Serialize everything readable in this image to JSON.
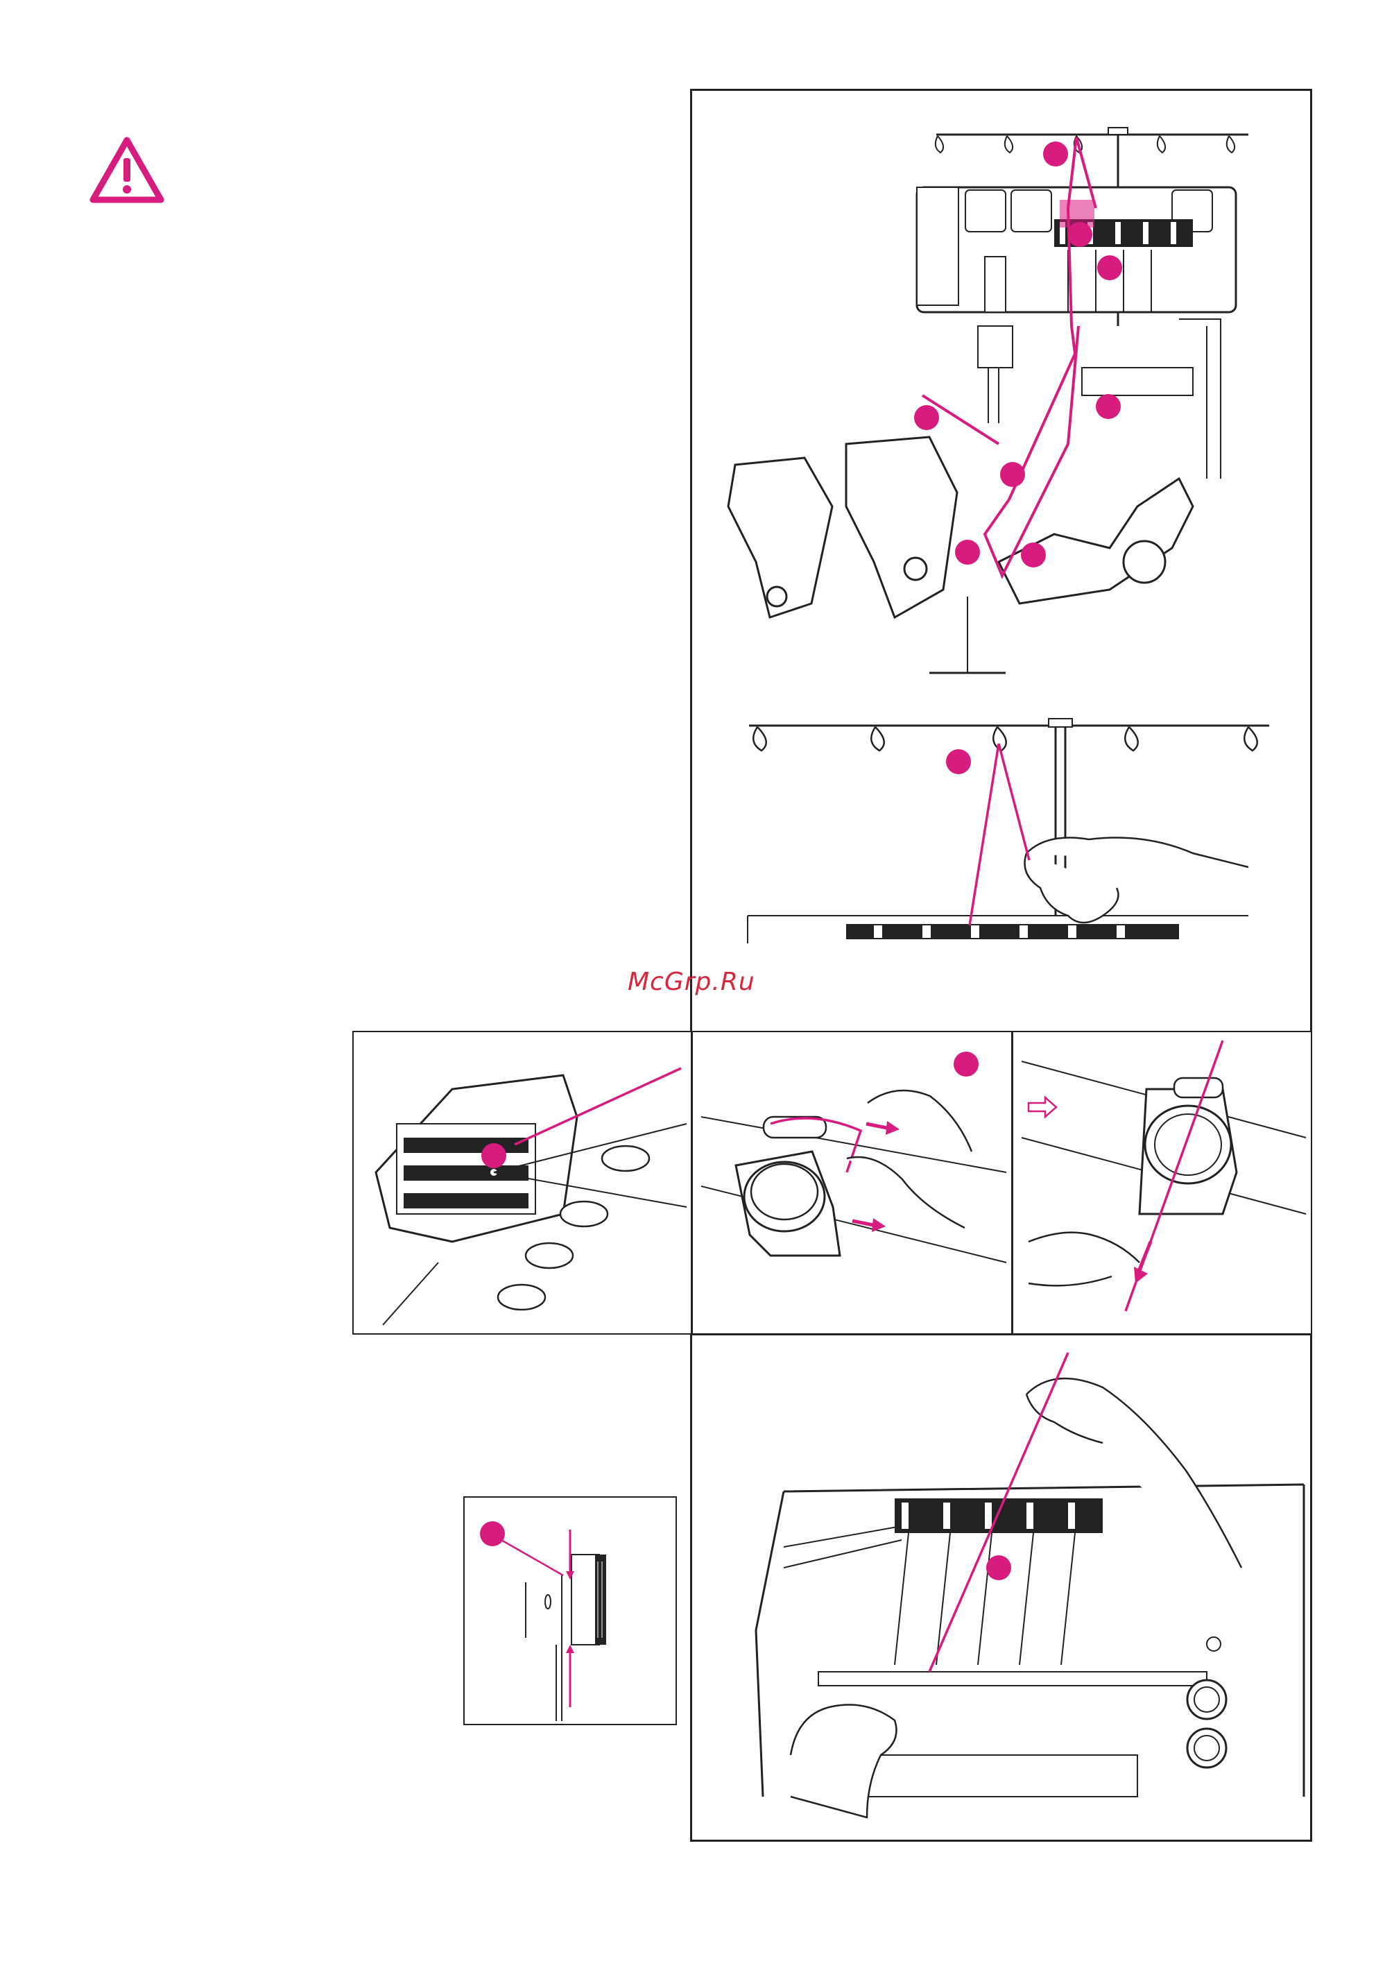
{
  "watermark": {
    "text": "McGrp.Ru"
  },
  "colors": {
    "accent": "#d81b7f",
    "line": "#222222",
    "paper": "#ffffff",
    "watermark": "#d7263d"
  },
  "icons": {
    "warning": "warning-triangle-icon",
    "step_marker": "step-dot-icon",
    "direction_arrow": "outline-arrow-icon"
  },
  "figures": [
    {
      "name": "threading-path-overview",
      "markers": 8
    },
    {
      "name": "thread-stand-guide",
      "markers": 1
    },
    {
      "name": "tension-guide-closeup",
      "markers": 1
    },
    {
      "name": "tension-dial-insert-thread",
      "markers": 1
    },
    {
      "name": "tension-dial-pull-down",
      "markers": 0
    },
    {
      "name": "tension-discs-seat-thread",
      "markers": 1
    },
    {
      "name": "tension-disc-detail",
      "markers": 1
    }
  ]
}
